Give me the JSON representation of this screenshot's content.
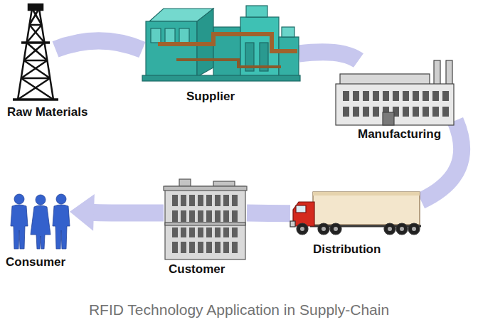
{
  "diagram": {
    "caption": "RFID Technology Application in Supply-Chain",
    "nodes": [
      {
        "text": [
          "Raw Materials"
        ]
      },
      {
        "text": [
          "Supplier"
        ]
      },
      {
        "text": [
          "Manufacturing"
        ]
      },
      {
        "text": [
          "Distribution"
        ]
      },
      {
        "text": [
          "Customer"
        ]
      },
      {
        "text": [
          "Consumer"
        ]
      }
    ],
    "edges": [
      {
        "from": 0,
        "to": 1,
        "arrow": "none"
      },
      {
        "from": 1,
        "to": 2,
        "arrow": "none"
      },
      {
        "from": 2,
        "to": 3,
        "arrow": "none"
      },
      {
        "from": 3,
        "to": 4,
        "arrow": "none"
      },
      {
        "from": 4,
        "to": 5,
        "arrow": "to"
      }
    ]
  }
}
